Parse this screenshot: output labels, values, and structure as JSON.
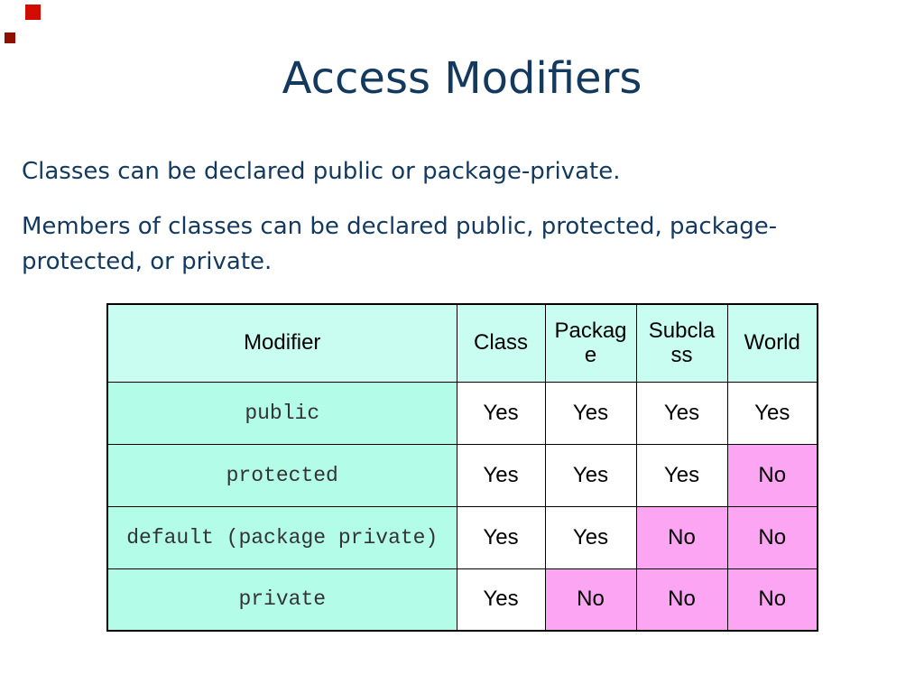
{
  "title": "Access Modifiers",
  "intro": {
    "para1": "Classes can be declared public or package-private.",
    "para2_lines": [
      "Members of classes can be declared public, protected, package-",
      "protected, or private."
    ]
  },
  "table": {
    "headers": [
      "Modifier",
      "Class",
      "Packag\ne",
      "Subcla\nss",
      "World"
    ],
    "rows": [
      {
        "modifier": "public",
        "answers": [
          "Yes",
          "Yes",
          "Yes",
          "Yes"
        ]
      },
      {
        "modifier": "protected",
        "answers": [
          "Yes",
          "Yes",
          "Yes",
          "No"
        ]
      },
      {
        "modifier": "default (package private)",
        "answers": [
          "Yes",
          "Yes",
          "No",
          "No"
        ]
      },
      {
        "modifier": "private",
        "answers": [
          "Yes",
          "No",
          "No",
          "No"
        ]
      }
    ]
  },
  "colors": {
    "navy": "#14395e",
    "header_bg": "#c9fdf2",
    "modifier_bg": "#b3fce8",
    "yes_bg": "#ffffff",
    "no_bg": "#fba5f3",
    "table_border": "#000000",
    "square1": "#d20b00",
    "square2": "#8e1001"
  }
}
